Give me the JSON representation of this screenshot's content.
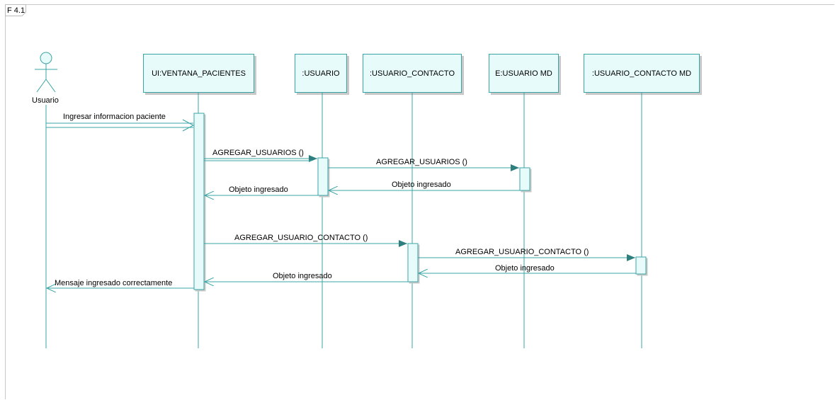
{
  "frame": {
    "label": "F 4.1"
  },
  "actor": {
    "name": "Usuario"
  },
  "lifelines": [
    {
      "id": "ui",
      "name": "UI:VENTANA_PACIENTES"
    },
    {
      "id": "usuario",
      "name": ":USUARIO"
    },
    {
      "id": "contacto",
      "name": ":USUARIO_CONTACTO"
    },
    {
      "id": "usuario_md",
      "name": "E:USUARIO MD"
    },
    {
      "id": "contacto_md",
      "name": ":USUARIO_CONTACTO MD"
    }
  ],
  "messages": [
    {
      "from": "Usuario",
      "to": "UI:VENTANA_PACIENTES",
      "label": "Ingresar informacion paciente",
      "kind": "call"
    },
    {
      "from": "UI:VENTANA_PACIENTES",
      "to": ":USUARIO",
      "label": "AGREGAR_USUARIOS ()",
      "kind": "call"
    },
    {
      "from": ":USUARIO",
      "to": "E:USUARIO MD",
      "label": "AGREGAR_USUARIOS ()",
      "kind": "call"
    },
    {
      "from": "E:USUARIO MD",
      "to": ":USUARIO",
      "label": "Objeto ingresado",
      "kind": "return"
    },
    {
      "from": ":USUARIO",
      "to": "UI:VENTANA_PACIENTES",
      "label": "Objeto ingresado",
      "kind": "return"
    },
    {
      "from": "UI:VENTANA_PACIENTES",
      "to": ":USUARIO_CONTACTO",
      "label": "AGREGAR_USUARIO_CONTACTO ()",
      "kind": "call"
    },
    {
      "from": ":USUARIO_CONTACTO",
      "to": ":USUARIO_CONTACTO MD",
      "label": "AGREGAR_USUARIO_CONTACTO ()",
      "kind": "call"
    },
    {
      "from": ":USUARIO_CONTACTO MD",
      "to": ":USUARIO_CONTACTO",
      "label": "Objeto ingresado",
      "kind": "return"
    },
    {
      "from": ":USUARIO_CONTACTO",
      "to": "UI:VENTANA_PACIENTES",
      "label": "Objeto ingresado",
      "kind": "return"
    },
    {
      "from": "UI:VENTANA_PACIENTES",
      "to": "Usuario",
      "label": "Mensaje ingresado correctamente",
      "kind": "return"
    }
  ],
  "colors": {
    "line": "#3aa4a4",
    "box_fill": "#e8fbfb",
    "arrow": "#2f7f7f"
  }
}
